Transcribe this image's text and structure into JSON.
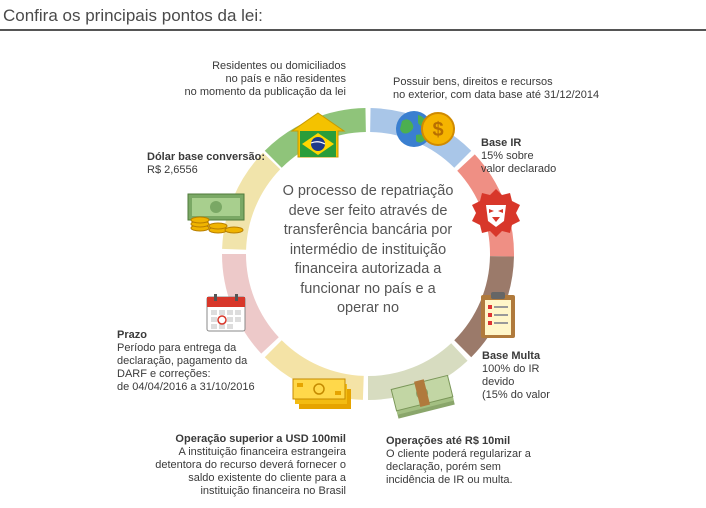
{
  "header": {
    "title": "Confira os principais pontos da lei:"
  },
  "center": {
    "text": "O processo de repatriação deve ser feito através de transferência bancária por intermédio de instituição financeira autorizada a funcionar no país e a operar no"
  },
  "items": {
    "residentes": {
      "title": "",
      "lines": [
        "Residentes ou domiciliados",
        "no país e não residentes",
        "no momento da publicação da lei"
      ],
      "color": "#8fc47a",
      "icon": "brazil-house-icon"
    },
    "bens": {
      "title": "",
      "lines": [
        "Possuir bens, direitos e recursos",
        "no exterior, com data base até 31/12/2014"
      ],
      "color": "#a9c6e8",
      "icon": "globe-coin-icon"
    },
    "base_ir": {
      "title": "Base IR",
      "lines": [
        "15% sobre",
        "valor declarado"
      ],
      "color": "#ef8f84",
      "icon": "lion-icon"
    },
    "base_multa": {
      "title": "Base Multa",
      "lines": [
        "100% do IR",
        "devido",
        "(15% do valor"
      ],
      "color": "#9b7a6a",
      "icon": "clipboard-icon"
    },
    "operacoes_10mil": {
      "title": "Operações até R$ 10mil",
      "lines": [
        "O cliente poderá regularizar a",
        "declaração, porém sem",
        "incidência de IR ou multa."
      ],
      "color": "#d7dcc0",
      "icon": "money-stack-icon"
    },
    "operacao_100mil": {
      "title": "Operação superior a USD 100mil",
      "lines": [
        "A instituição financeira estrangeira",
        "detentora do recurso deverá fornecer o",
        "saldo existente do cliente para a",
        "instituição financeira no Brasil"
      ],
      "color": "#f4e3a6",
      "icon": "cash-bills-icon"
    },
    "prazo": {
      "title": "Prazo",
      "lines": [
        "Período para entrega da",
        "declaração, pagamento da",
        "DARF e correções:",
        "de 04/04/2016 a 31/10/2016"
      ],
      "color": "#edc9c9",
      "icon": "calendar-icon"
    },
    "dolar": {
      "title": "Dólar base conversão:",
      "lines": [
        "R$ 2,6556"
      ],
      "color": "#f1e4ab",
      "icon": "dollar-coins-icon"
    }
  }
}
